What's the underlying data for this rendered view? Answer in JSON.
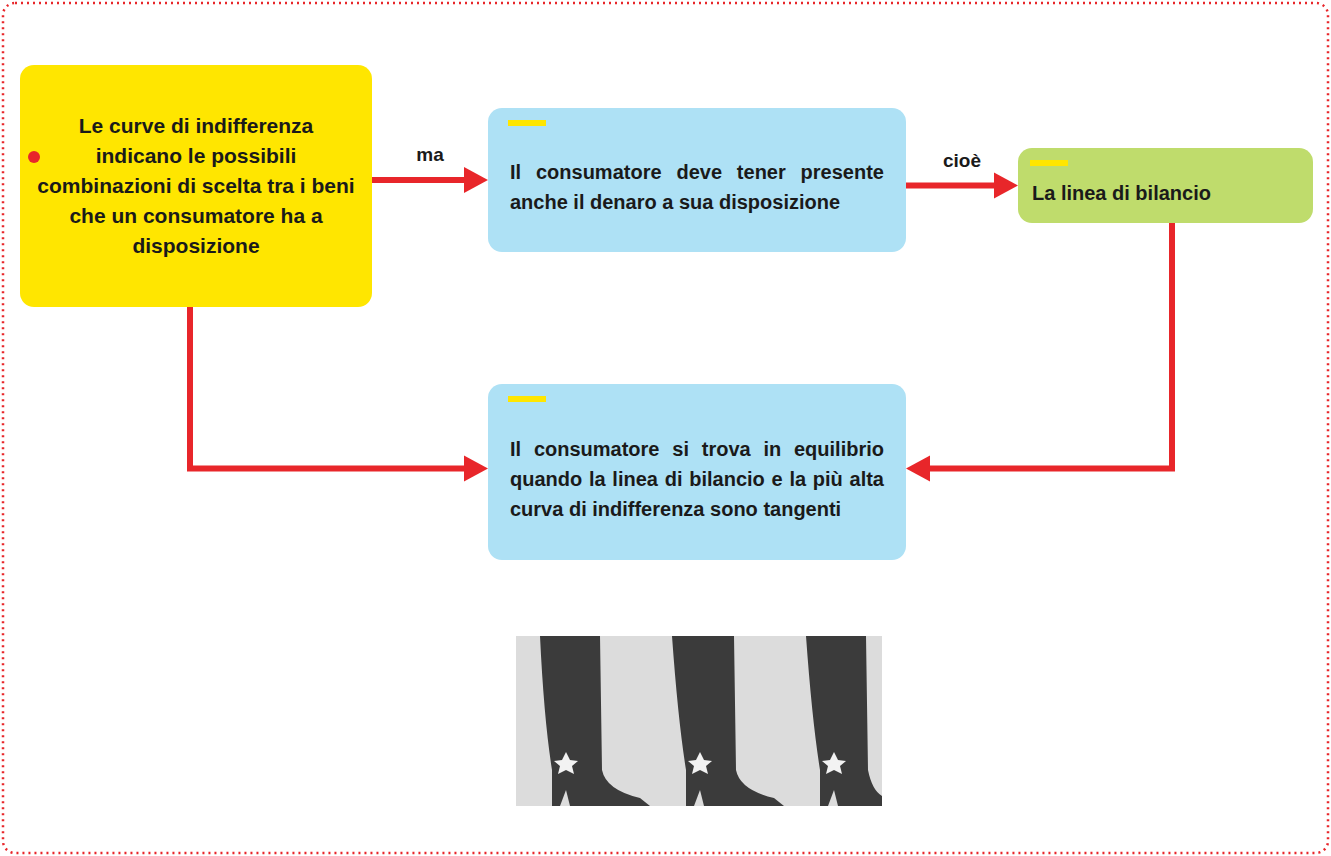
{
  "diagram": {
    "nodes": [
      {
        "text": [
          "Le curve di indifferenza indicano le possibili combinazioni di scelta tra i beni che un consumatore ha a disposizione"
        ]
      },
      {
        "text": [
          "Il consumatore deve tener presente anche il denaro a sua disposizione"
        ]
      },
      {
        "text": [
          "La linea di bilancio"
        ]
      },
      {
        "text": [
          "Il consumatore si trova in equilibrio quando la linea di bilancio e la più alta curva di indifferenza sono tangenti"
        ]
      }
    ],
    "edges": [
      {
        "from": 0,
        "to": 1,
        "label": "ma",
        "arrow": "to"
      },
      {
        "from": 1,
        "to": 2,
        "label": "cioè",
        "arrow": "to"
      },
      {
        "from": 0,
        "to": 3,
        "arrow": "to"
      },
      {
        "from": 2,
        "to": 3,
        "arrow": "to"
      }
    ]
  }
}
